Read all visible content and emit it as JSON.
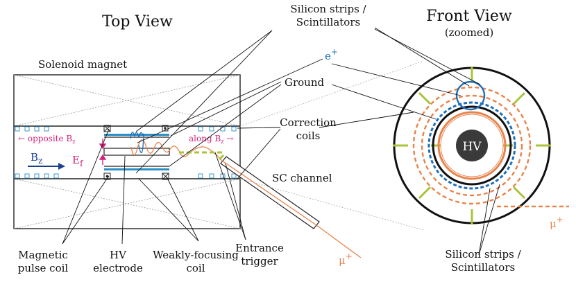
{
  "titles": {
    "top_view": "Top View",
    "front_view": "Front View",
    "front_view_sub": "(zoomed)"
  },
  "labels": {
    "solenoid": "Solenoid magnet",
    "si_top": [
      "Silicon strips /",
      "Scintillators"
    ],
    "si_bottom": [
      "Silicon strips /",
      "Scintillators"
    ],
    "ground": "Ground",
    "correction": [
      "Correction",
      "coils"
    ],
    "sc_channel": "SC channel",
    "entrance": [
      "Entrance",
      "trigger"
    ],
    "pulse_coil": [
      "Magnetic",
      "pulse coil"
    ],
    "hv_electrode": [
      "HV",
      "electrode"
    ],
    "weak_coil": [
      "Weakly-focusing",
      "coil"
    ],
    "opposite": "← opposite B",
    "opposite_sub": "z",
    "along": "along B",
    "along_sub": "z",
    "along_arrow": " →",
    "bz": "B",
    "bz_sub": "z",
    "ef": "E",
    "ef_sub": "f",
    "hv": "HV",
    "eplus": "e",
    "eplus_sup": "+",
    "mu": "μ",
    "mu_sup": "+"
  },
  "colors": {
    "orange": "#e8834b",
    "blue": "#1f6fb8",
    "lime": "#a8c43a",
    "magenta": "#d4237a",
    "navy": "#1b3f8f",
    "cyan": "#2a8fc7",
    "dark": "#3a3a3a"
  }
}
